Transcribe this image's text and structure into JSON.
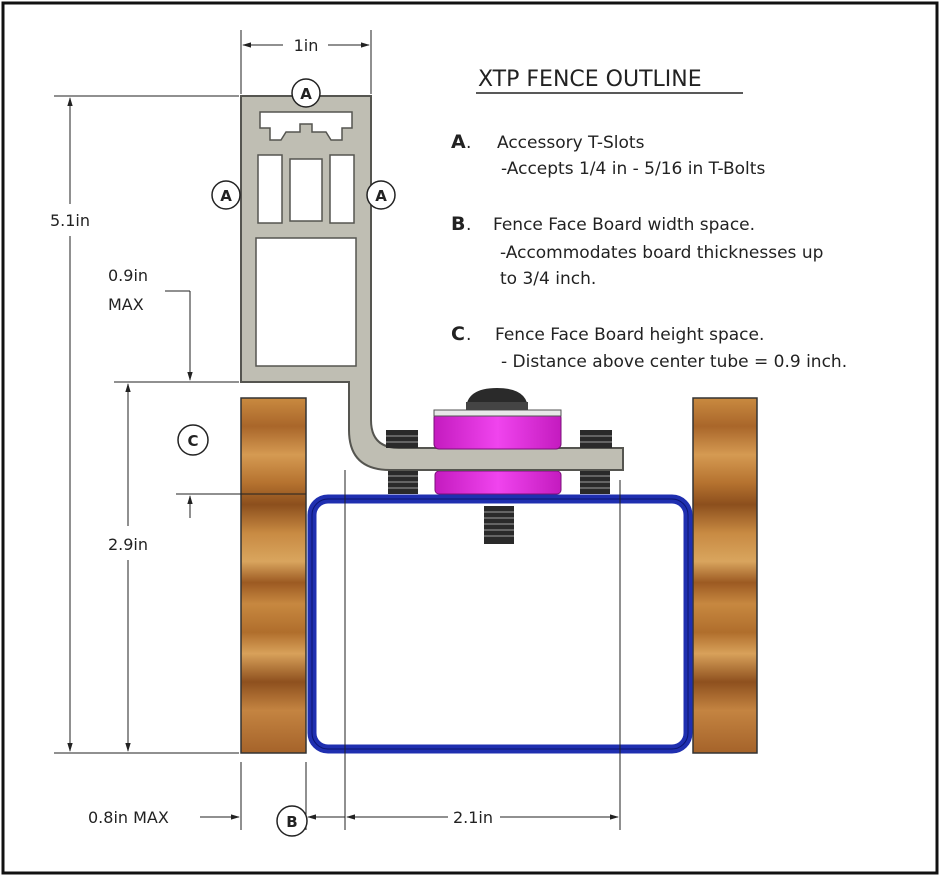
{
  "title": "XTP FENCE OUTLINE",
  "legend": [
    {
      "letter": "A",
      "heading": "Accessory T-Slots",
      "lines": [
        "-Accepts 1/4 in - 5/16 in T-Bolts"
      ]
    },
    {
      "letter": "B",
      "heading": "Fence Face Board width space.",
      "lines": [
        "-Accommodates board thicknesses up",
        "to 3/4 inch."
      ]
    },
    {
      "letter": "C",
      "heading": "Fence Face Board height space.",
      "lines": [
        "- Distance above center tube = 0.9 inch."
      ]
    }
  ],
  "dimensions": {
    "top_width": "1in",
    "total_height": "5.1in",
    "max_height_value": "0.9in",
    "max_height_suffix": "MAX",
    "tube_height": "2.9in",
    "board_width": "0.8in MAX",
    "tube_width": "2.1in"
  },
  "callouts": {
    "a": "A",
    "b": "B",
    "c": "C"
  },
  "colors": {
    "aluminum": "#bfbeb3",
    "aluminum_stroke": "#555550",
    "tube": "#1f2fb0",
    "spacer": "#ea34e8",
    "wood": "#b8732a",
    "bolt": "#2a2a2a"
  }
}
